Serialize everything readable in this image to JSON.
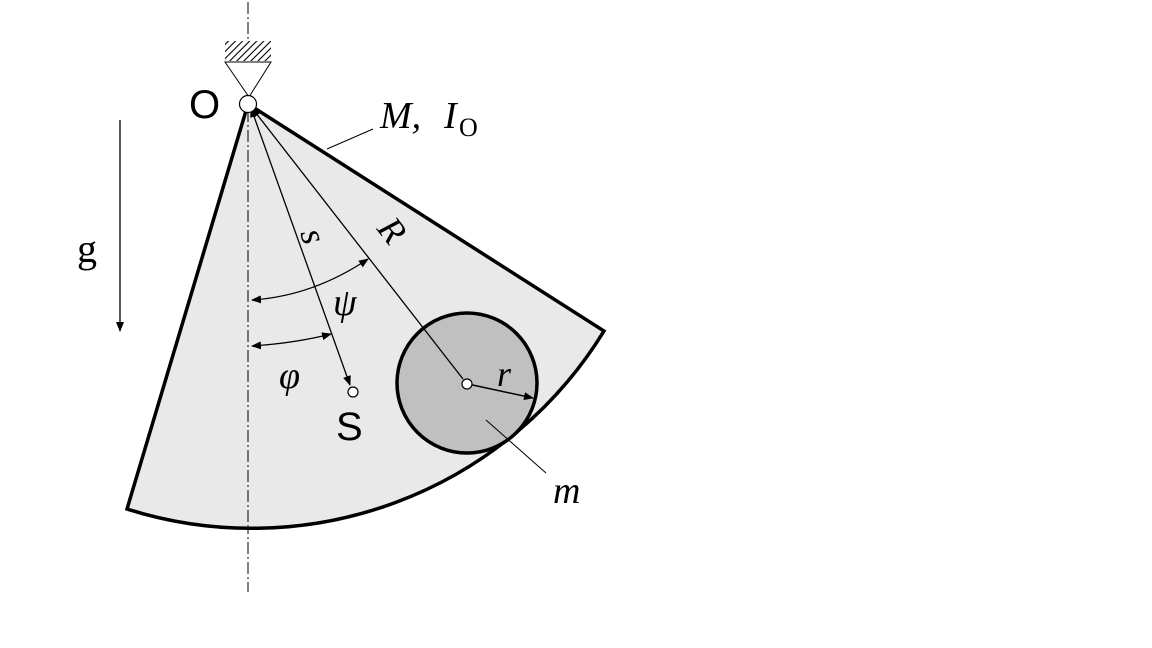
{
  "labels": {
    "pivot": "O",
    "gravity": "g",
    "body_mass": "M,",
    "inertia_symbol": "I",
    "inertia_subscript": "O",
    "center_of_mass": "S",
    "dist_s": "s",
    "radius_R": "R",
    "angle_psi": "ψ",
    "angle_phi": "φ",
    "radius_r": "r",
    "disk_mass": "m"
  },
  "colors": {
    "sector_fill": "#e9e9e9",
    "disk_fill": "#c0c0c0",
    "stroke": "#000000",
    "background": "#ffffff"
  }
}
